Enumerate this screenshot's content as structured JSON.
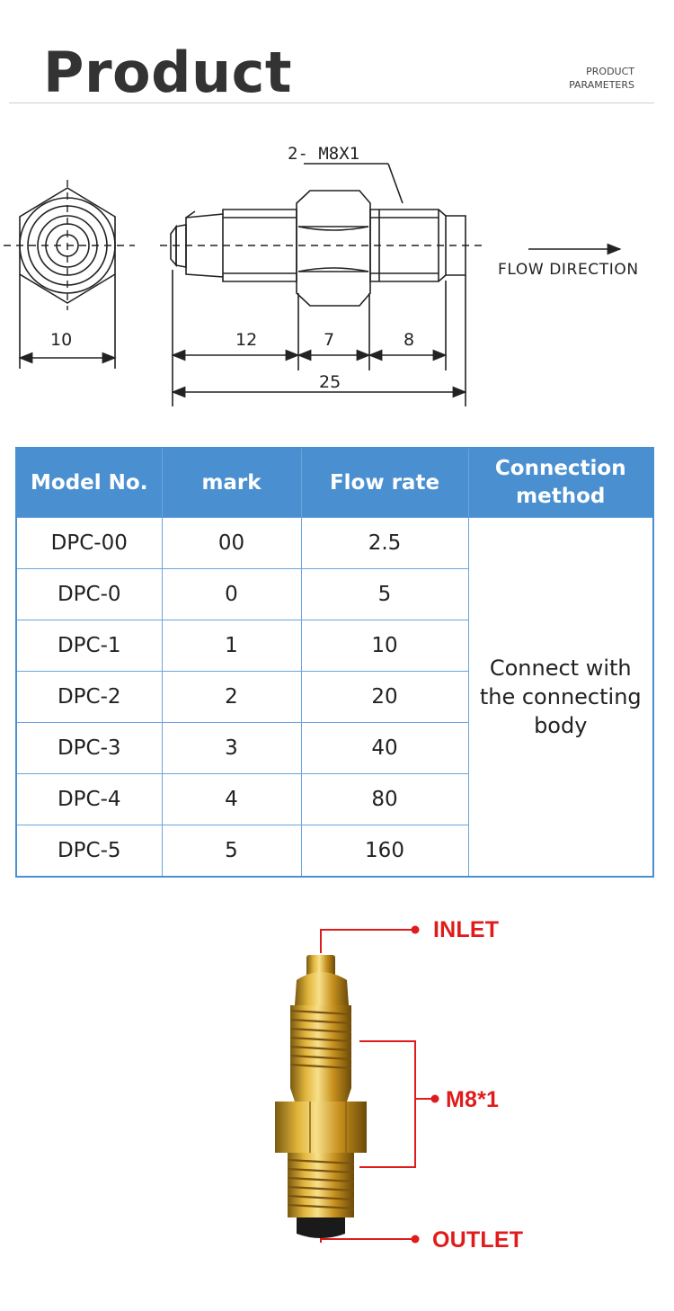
{
  "header": {
    "title": "Product",
    "subtitle_line1": "PRODUCT",
    "subtitle_line2": "PARAMETERS"
  },
  "drawing": {
    "callout": "2- M8X1",
    "flow_label": "FLOW DIRECTION",
    "dims": {
      "hex_width": "10",
      "thread_left": "12",
      "hex_length": "7",
      "thread_right": "8",
      "overall": "25"
    }
  },
  "table": {
    "headers": [
      "Model No.",
      "mark",
      "Flow rate",
      "Connection method"
    ],
    "rows": [
      {
        "model": "DPC-00",
        "mark": "00",
        "flow": "2.5"
      },
      {
        "model": "DPC-0",
        "mark": "0",
        "flow": "5"
      },
      {
        "model": "DPC-1",
        "mark": "1",
        "flow": "10"
      },
      {
        "model": "DPC-2",
        "mark": "2",
        "flow": "20"
      },
      {
        "model": "DPC-3",
        "mark": "3",
        "flow": "40"
      },
      {
        "model": "DPC-4",
        "mark": "4",
        "flow": "80"
      },
      {
        "model": "DPC-5",
        "mark": "5",
        "flow": "160"
      }
    ],
    "connection_method": "Connect with the connecting body",
    "header_color": "#4a90d0"
  },
  "photo": {
    "inlet_label": "INLET",
    "thread_label": "M8*1",
    "outlet_label": "OUTLET",
    "callout_color": "#e01b1b"
  }
}
